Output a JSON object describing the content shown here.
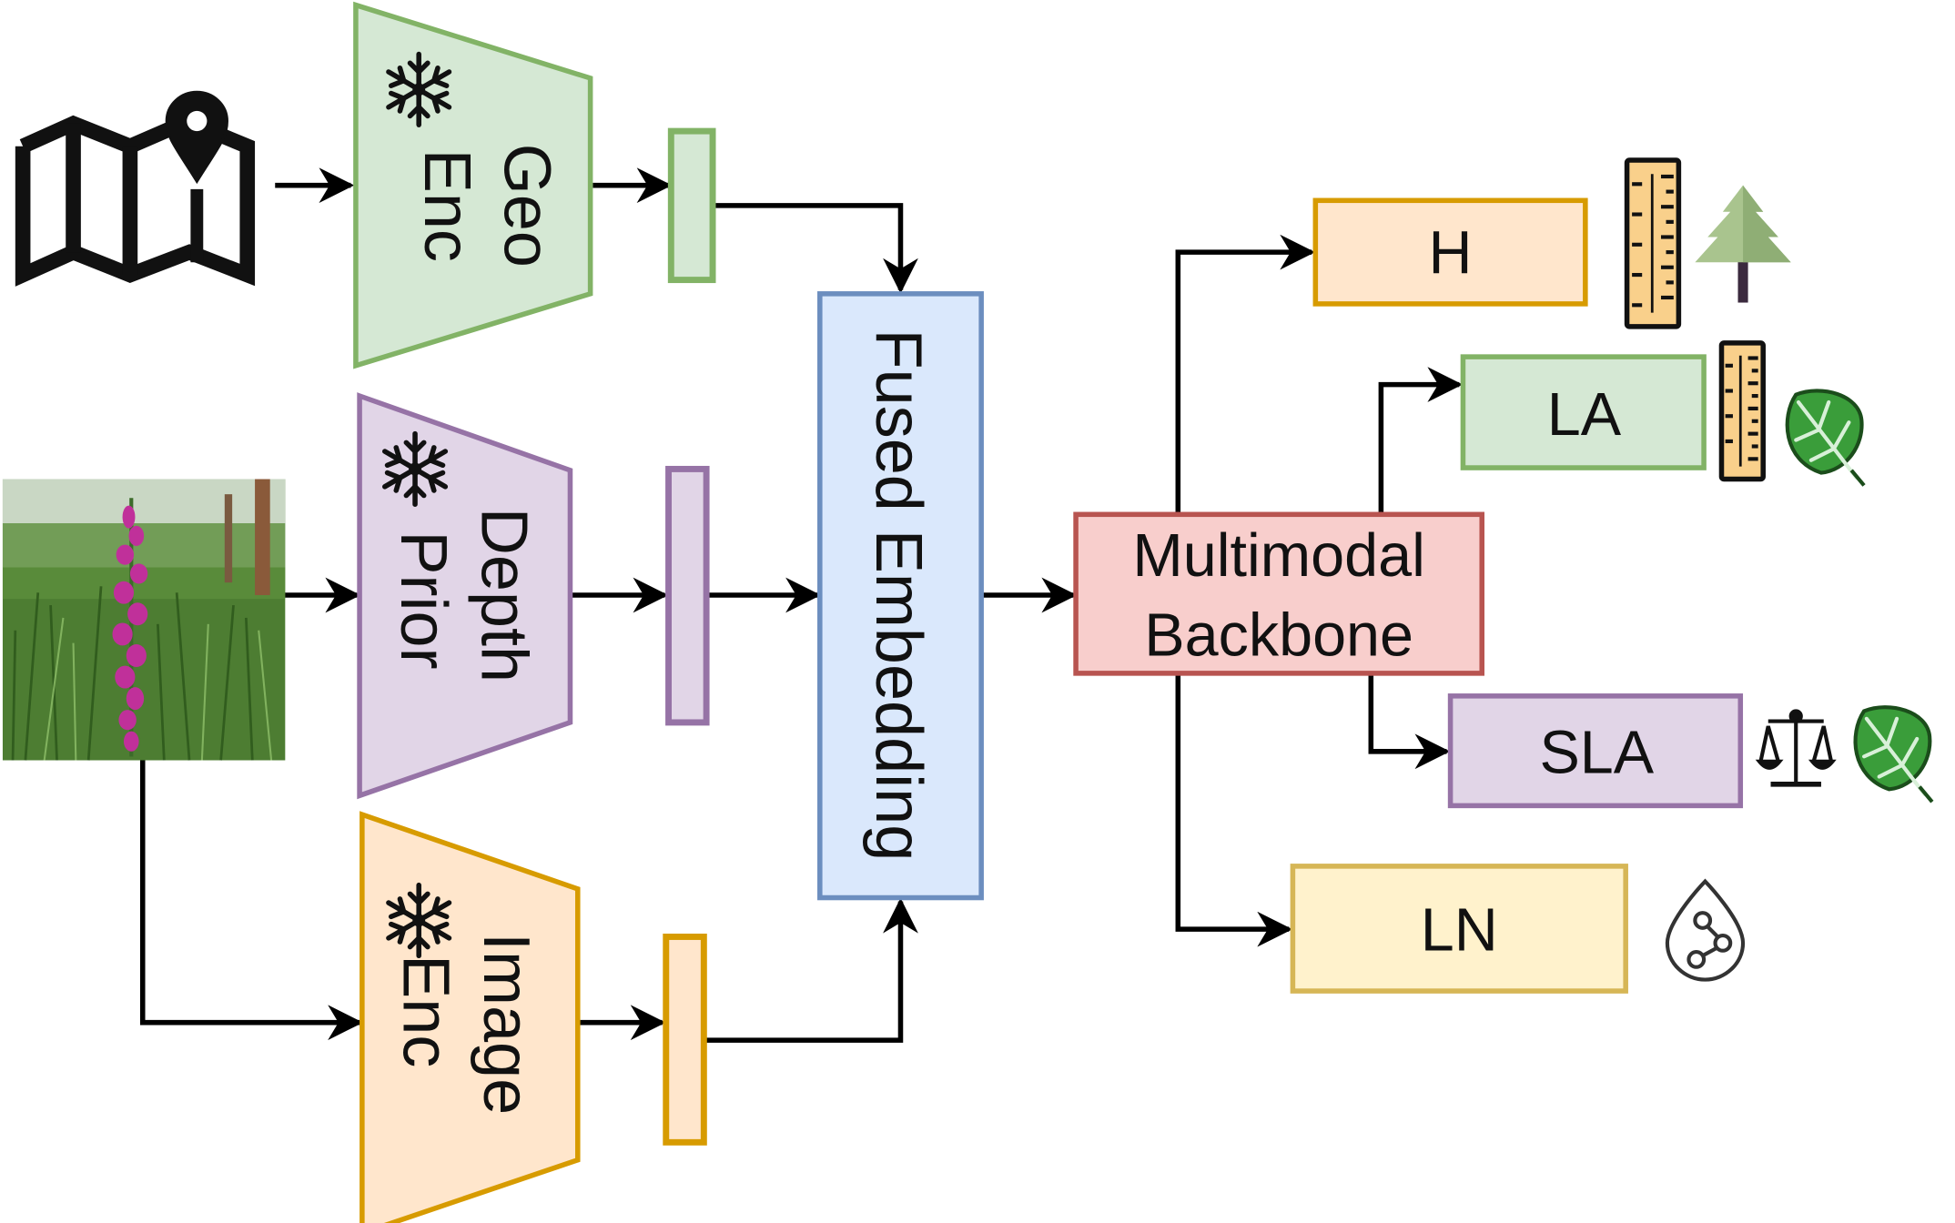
{
  "encoders": {
    "geo": {
      "line1": "Geo",
      "line2": "Enc",
      "frozen_icon": "snowflake-icon"
    },
    "depth": {
      "line1": "Depth",
      "line2": "Prior",
      "frozen_icon": "snowflake-icon"
    },
    "image": {
      "line1": "Image",
      "line2": "Enc",
      "frozen_icon": "snowflake-icon"
    }
  },
  "fused": {
    "label": "Fused Embedding"
  },
  "backbone": {
    "line1": "Multimodal",
    "line2": "Backbone"
  },
  "outputs": {
    "h": {
      "label": "H",
      "icons": [
        "ruler-icon",
        "tree-icon"
      ]
    },
    "la": {
      "label": "LA",
      "icons": [
        "ruler-icon",
        "leaf-icon"
      ]
    },
    "sla": {
      "label": "SLA",
      "icons": [
        "scale-icon",
        "leaf-icon"
      ]
    },
    "ln": {
      "label": "LN",
      "icons": [
        "nutrient-drop-icon"
      ]
    }
  },
  "inputs": {
    "map_icon": "map-pin-icon",
    "photo": "plant-photo"
  },
  "colors": {
    "green_fill": "#d5e8d4",
    "green_stroke": "#82b366",
    "purple_fill": "#e1d5e7",
    "purple_stroke": "#9673a6",
    "orange_fill": "#ffe6cc",
    "orange_stroke": "#d79b00",
    "blue_fill": "#dae8fc",
    "blue_stroke": "#6c8ebf",
    "red_fill": "#f8cecc",
    "red_stroke": "#b85450",
    "yellow_fill": "#fff2cc",
    "yellow_stroke": "#d6b656"
  }
}
